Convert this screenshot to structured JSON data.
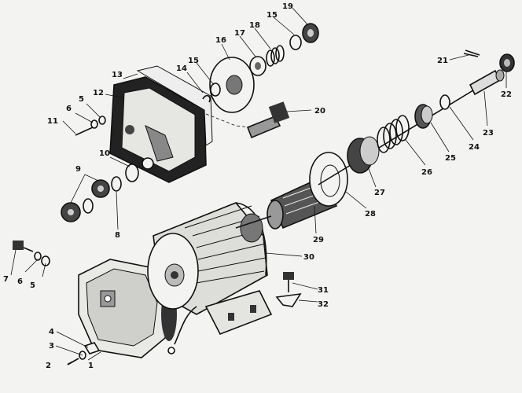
{
  "labels": [
    "1",
    "2",
    "3",
    "4",
    "5",
    "5",
    "6",
    "6",
    "7",
    "8",
    "9",
    "10",
    "11",
    "12",
    "13",
    "14",
    "15",
    "15",
    "16",
    "17",
    "18",
    "19",
    "20",
    "21",
    "22",
    "23",
    "24",
    "25",
    "26",
    "27",
    "28",
    "29",
    "30",
    "31",
    "32"
  ],
  "colors": {
    "ink": "#111111",
    "paper": "#f3f3f1",
    "metal": "#d8d8d4"
  }
}
